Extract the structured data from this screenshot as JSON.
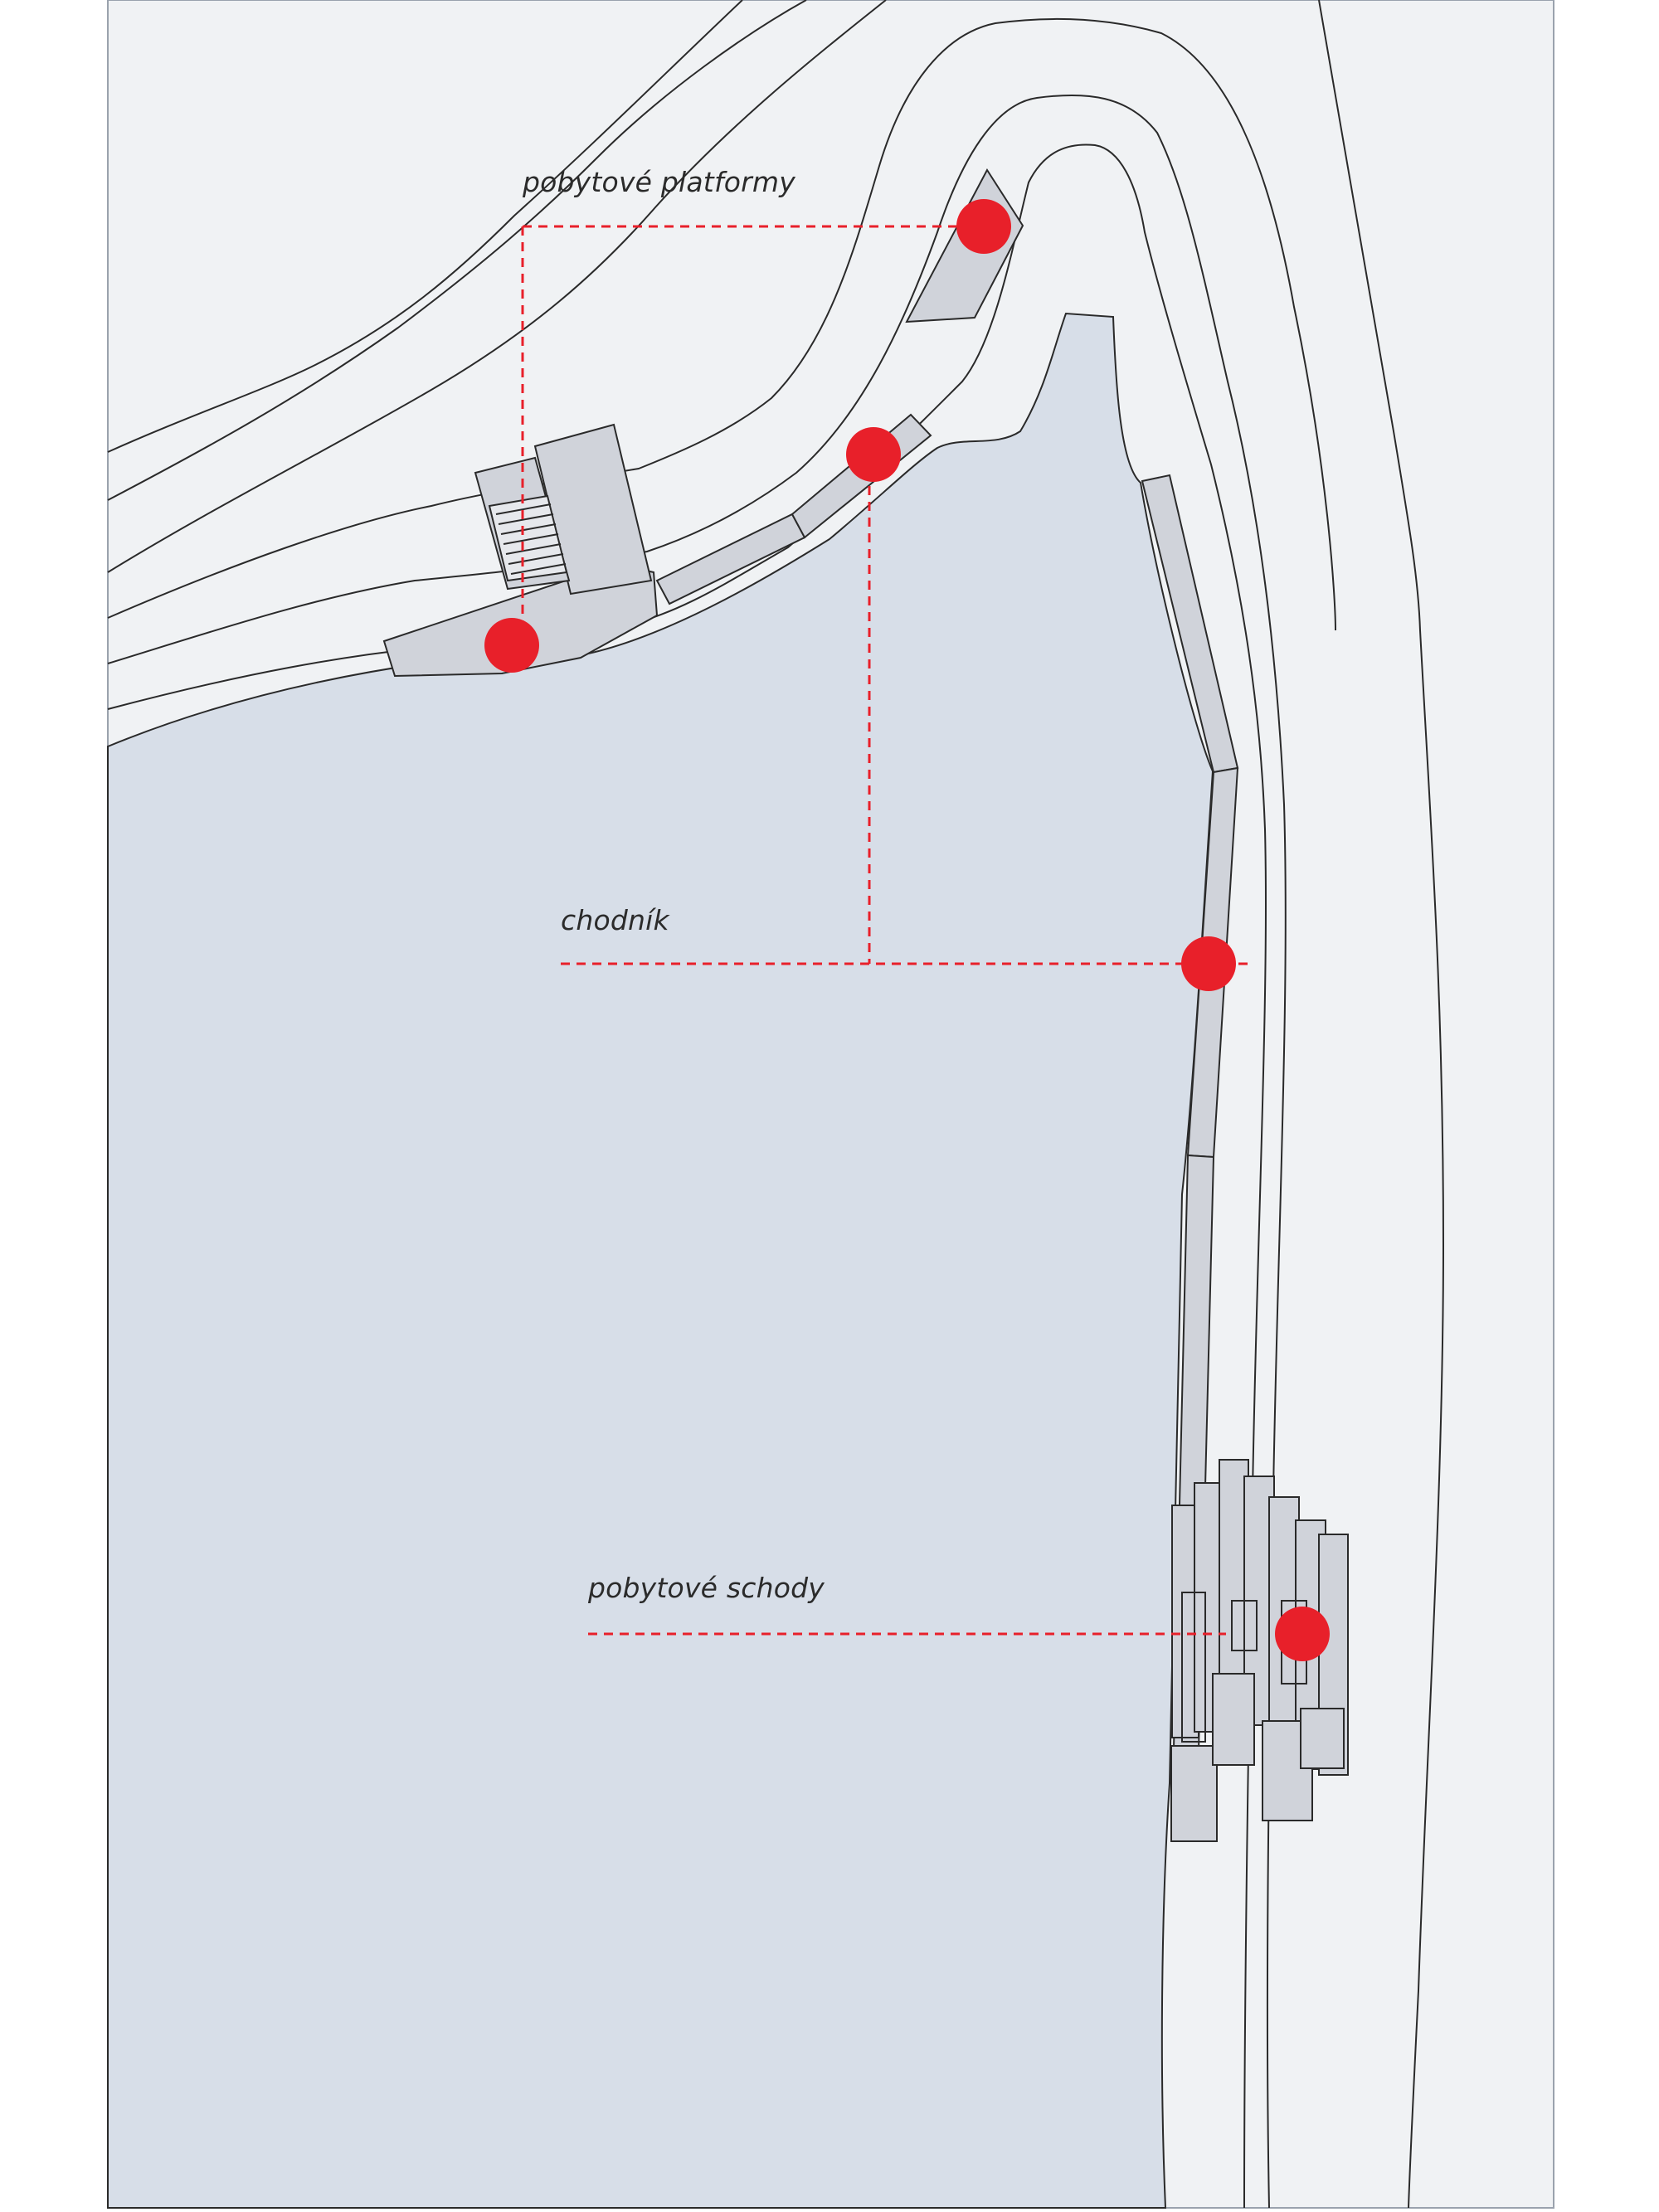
{
  "labels": {
    "platforms": "pobytové platformy",
    "walkway": "chodník",
    "stairs": "pobytové schody"
  },
  "colors": {
    "water": "#d7dee8",
    "land": "#f0f2f4",
    "structure": "#d0d3da",
    "accent": "#e8202a",
    "line": "#2a2a2a"
  }
}
